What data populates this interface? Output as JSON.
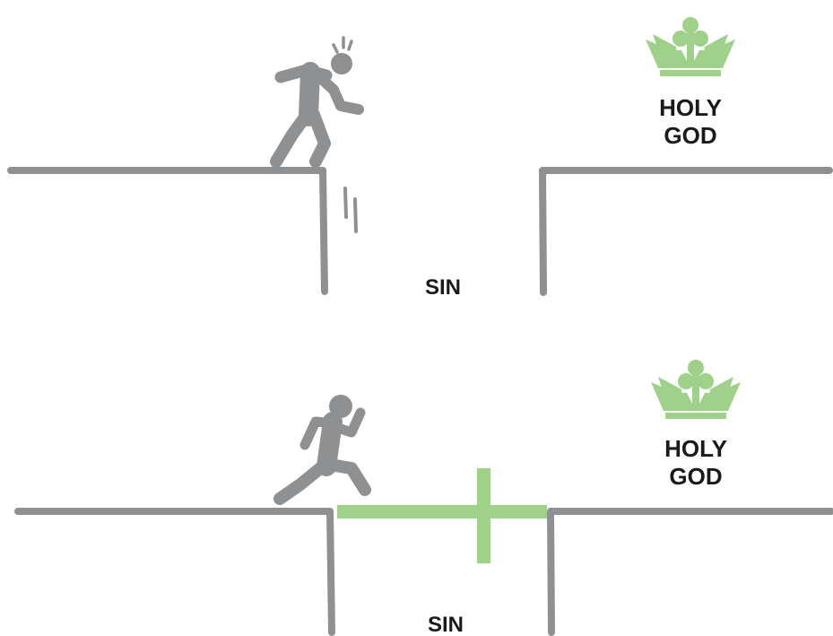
{
  "colors": {
    "line": "#8f9092",
    "accent": "#9fd18b",
    "text": "#1a1a1a",
    "background": "#ffffff"
  },
  "panel_top": {
    "gap_label": "SIN",
    "goal_label_line1": "HOLY",
    "goal_label_line2": "GOD",
    "figure_icon": "stumbling-person-icon",
    "goal_icon": "crown-icon"
  },
  "panel_bottom": {
    "gap_label": "SIN",
    "goal_label_line1": "HOLY",
    "goal_label_line2": "GOD",
    "figure_icon": "running-person-icon",
    "goal_icon": "crown-icon",
    "bridge_icon": "cross-icon"
  }
}
